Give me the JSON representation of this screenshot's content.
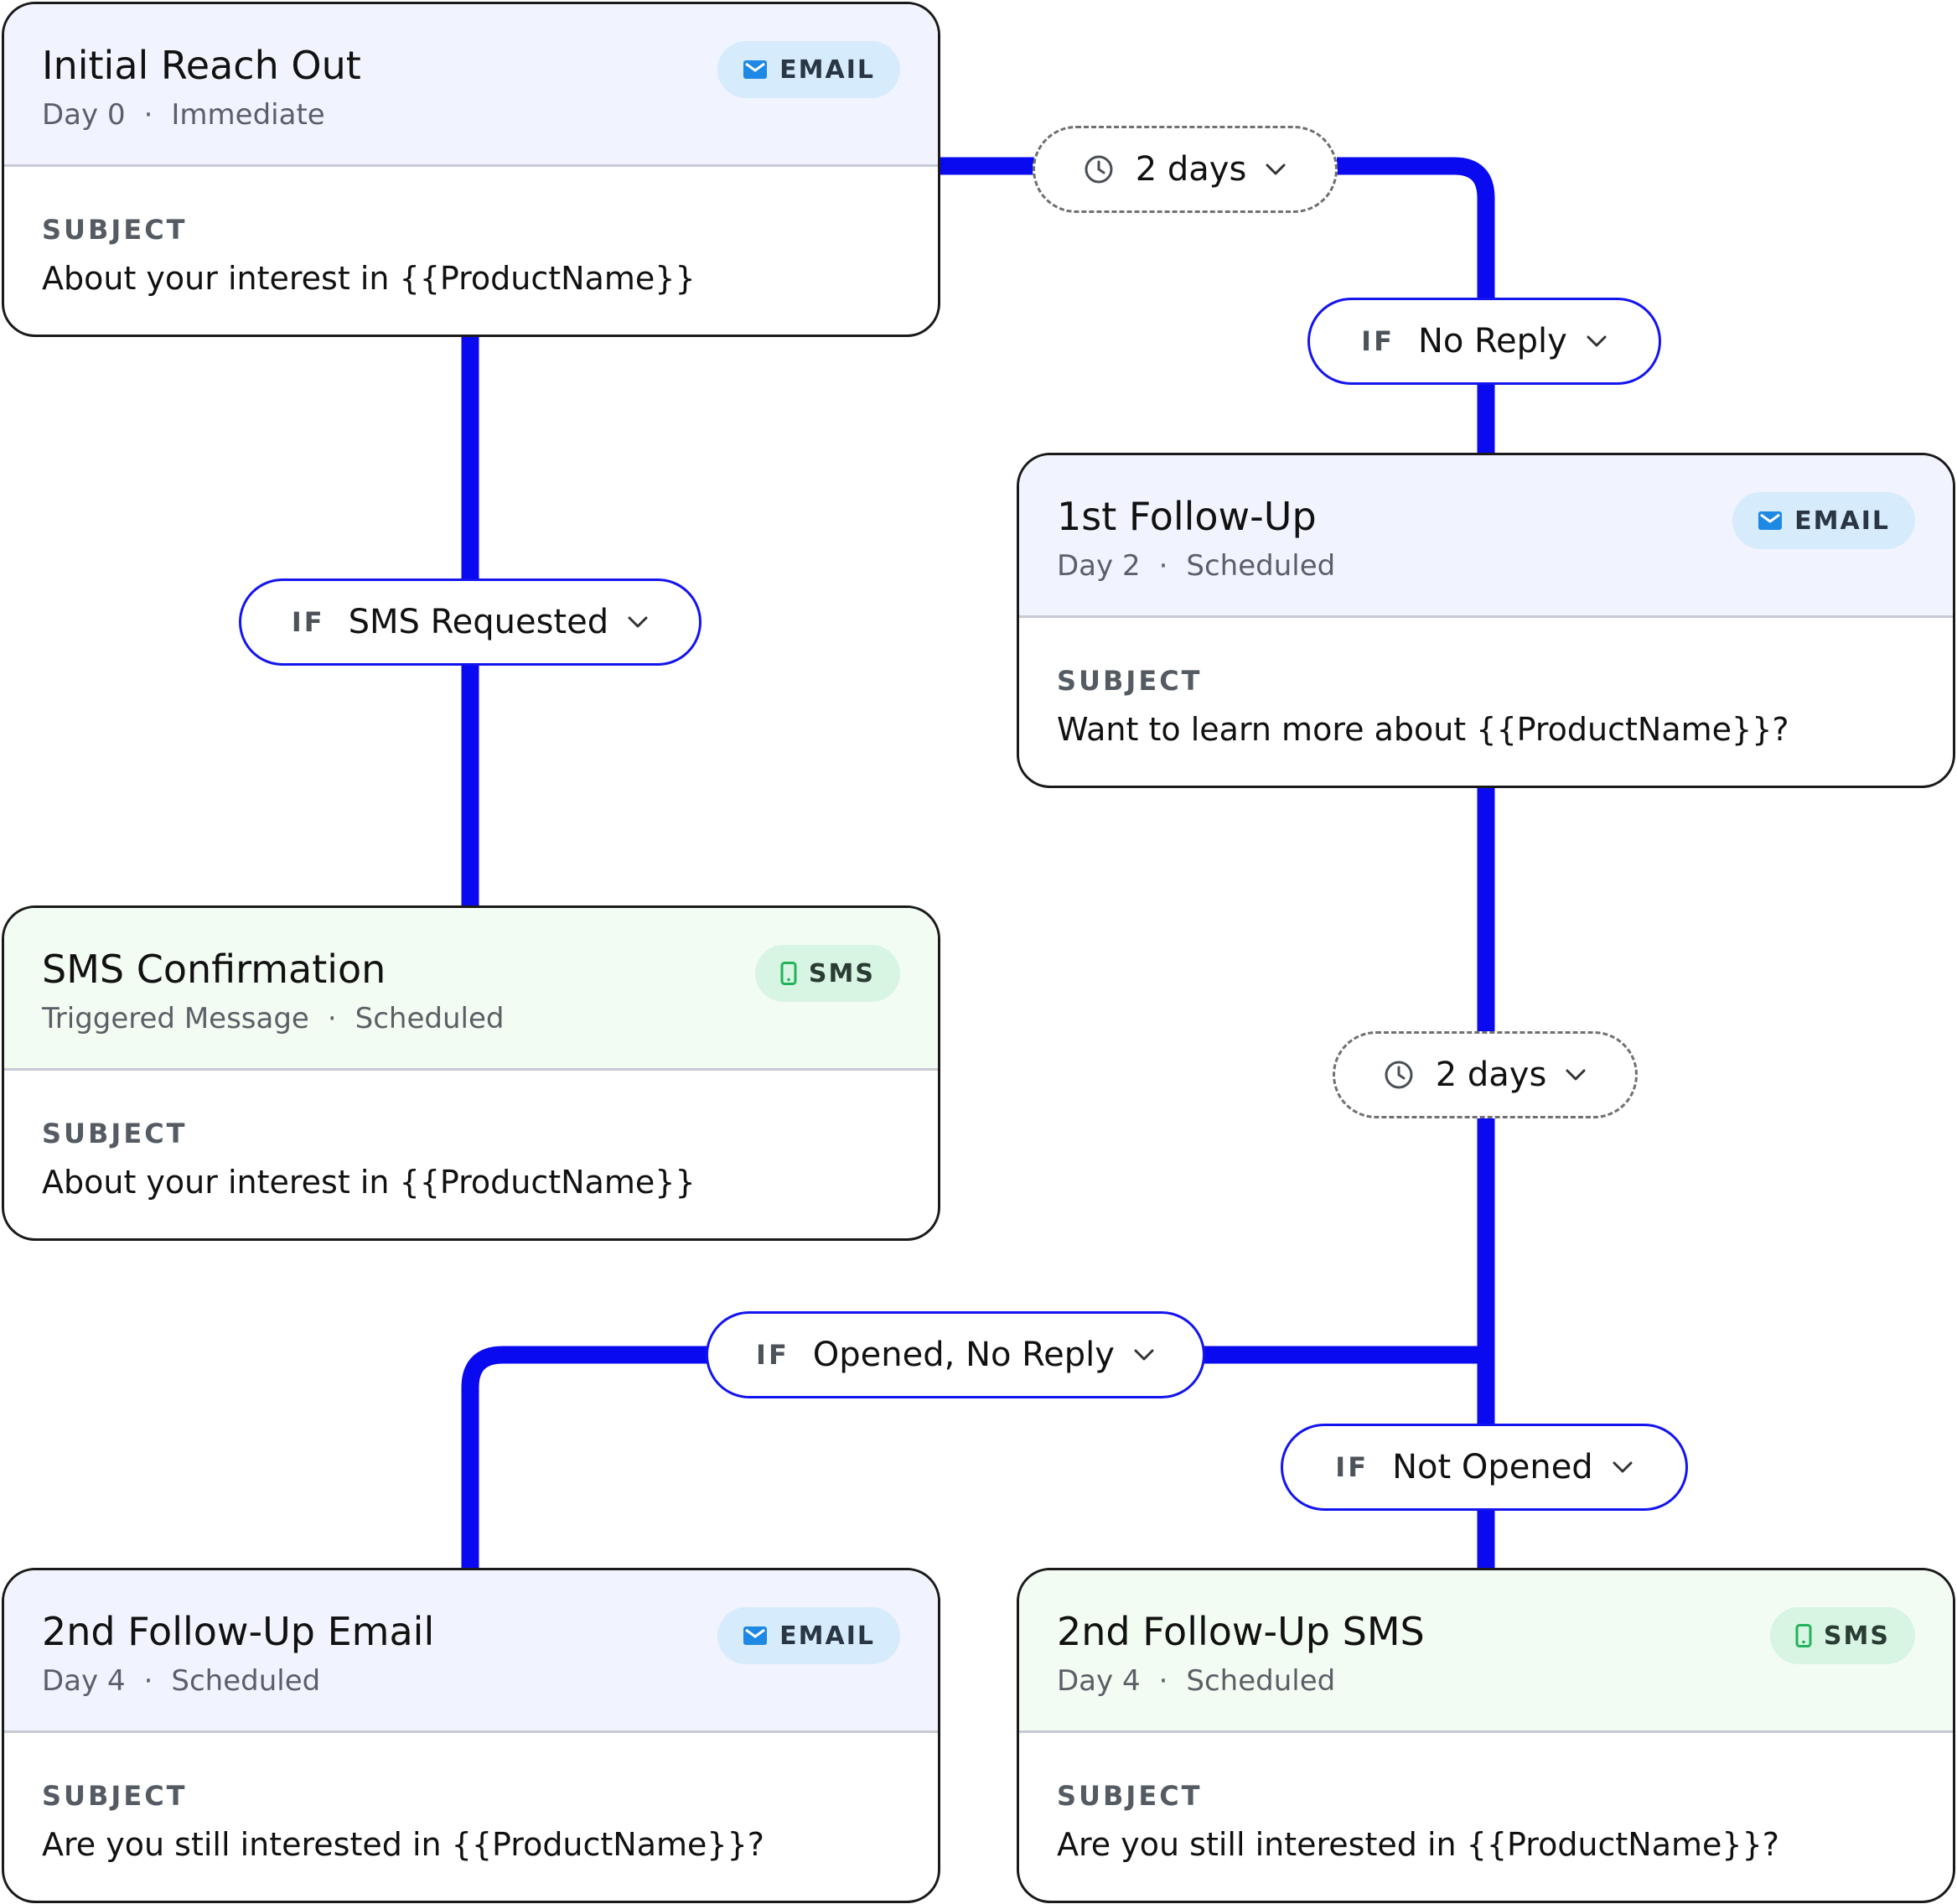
{
  "colors": {
    "connector": "#0a0af0",
    "email_header": "#f1f4fe",
    "sms_header": "#f3fcf3",
    "email_badge": "#d6ebfb",
    "sms_badge": "#d7f5e2",
    "email_icon": "#1e88e5",
    "sms_icon": "#22b35a"
  },
  "cards": [
    {
      "title": "Initial Reach Out",
      "day": "Day 0",
      "status": "Immediate",
      "channel": "EMAIL",
      "subject_label": "SUBJECT",
      "subject": "About your interest in {{ProductName}}"
    },
    {
      "title": "1st Follow-Up",
      "day": "Day 2",
      "status": "Scheduled",
      "channel": "EMAIL",
      "subject_label": "SUBJECT",
      "subject": "Want to learn more about {{ProductName}}?"
    },
    {
      "title": "SMS Confirmation",
      "day": "Triggered Message",
      "status": "Scheduled",
      "channel": "SMS",
      "subject_label": "SUBJECT",
      "subject": "About your interest in {{ProductName}}"
    },
    {
      "title": "2nd Follow-Up Email",
      "day": "Day 4",
      "status": "Scheduled",
      "channel": "EMAIL",
      "subject_label": "SUBJECT",
      "subject": "Are you still interested in {{ProductName}}?"
    },
    {
      "title": "2nd Follow-Up SMS",
      "day": "Day 4",
      "status": "Scheduled",
      "channel": "SMS",
      "subject_label": "SUBJECT",
      "subject": "Are you still interested in {{ProductName}}?"
    }
  ],
  "delays": [
    {
      "label": "2 days",
      "icon": "clock-icon"
    },
    {
      "label": "2 days",
      "icon": "clock-icon"
    }
  ],
  "conditions": [
    {
      "keyword": "IF",
      "label": "No Reply"
    },
    {
      "keyword": "IF",
      "label": "SMS Requested"
    },
    {
      "keyword": "IF",
      "label": "Opened, No Reply"
    },
    {
      "keyword": "IF",
      "label": "Not Opened"
    }
  ]
}
